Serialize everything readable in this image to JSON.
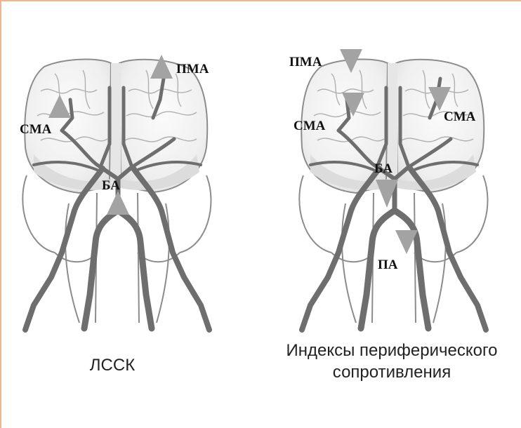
{
  "left_panel": {
    "labels": {
      "pma": "ПМА",
      "sma": "СМА",
      "ba": "БА"
    },
    "marker_direction": "up",
    "caption": "ЛССК"
  },
  "right_panel": {
    "labels": {
      "pma": "ПМА",
      "sma_left": "СМА",
      "sma_right": "СМА",
      "ba": "БА",
      "pa": "ПА"
    },
    "marker_direction": "down",
    "caption_line1": "Индексы периферического",
    "caption_line2": "сопротивления"
  },
  "colors": {
    "marker": "#a3a3a3",
    "vessel": "#6e6e6e",
    "brain_outline": "#8c8c8c",
    "frame": "#e7b99a"
  }
}
